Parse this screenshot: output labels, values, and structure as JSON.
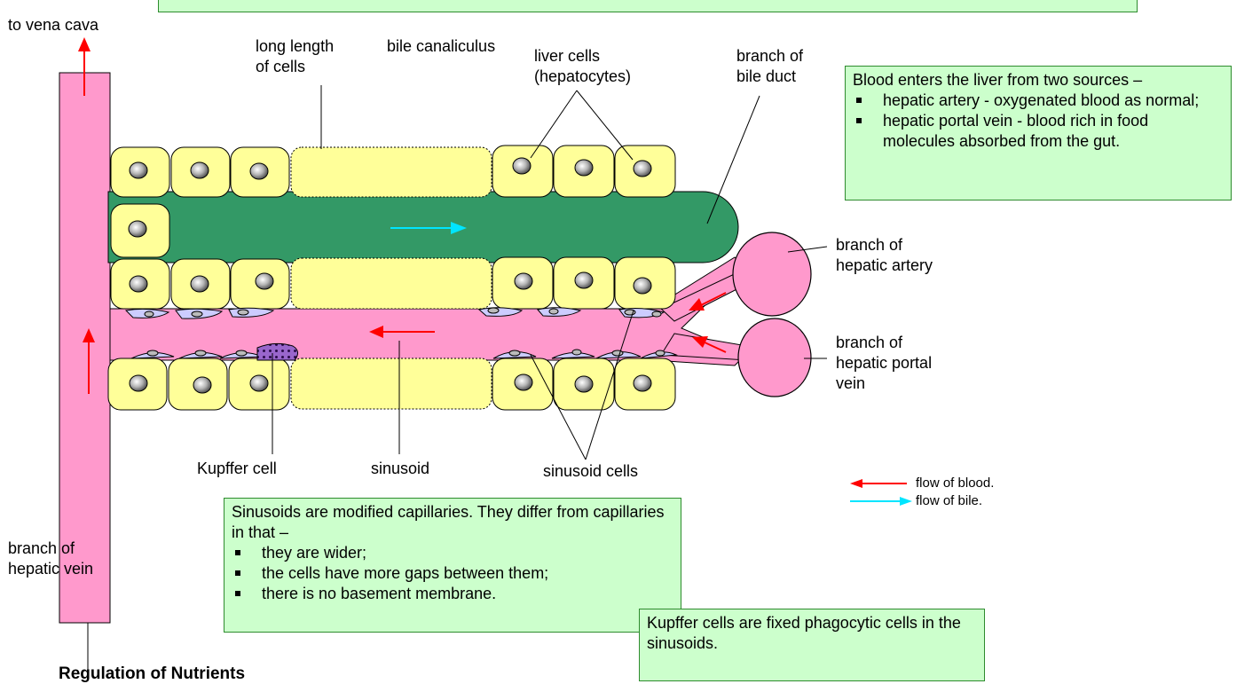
{
  "labels": {
    "to_vena_cava": "to vena cava",
    "long_length": "long length\nof cells",
    "bile_canaliculus": "bile canaliculus",
    "liver_cells": "liver cells\n(hepatocytes)",
    "branch_bile_duct": "branch of\nbile duct",
    "branch_hepatic_artery": "branch of\nhepatic artery",
    "branch_portal_vein": "branch of\nhepatic portal\nvein",
    "kupffer_cell": "Kupffer cell",
    "sinusoid": "sinusoid",
    "sinusoid_cells": "sinusoid cells",
    "branch_hepatic_vein": "branch of\nhepatic vein"
  },
  "legend": {
    "blood": "flow of blood.",
    "bile": "flow of bile.",
    "blood_color": "#ff0000",
    "bile_color": "#00e5ff"
  },
  "blood_box": {
    "intro": "Blood enters the liver from two sources –",
    "items": [
      "hepatic artery - oxygenated blood as normal;",
      "hepatic portal vein - blood rich in food molecules absorbed from the gut."
    ]
  },
  "sinusoid_box": {
    "intro": "Sinusoids are modified capillaries. They differ from capillaries in that –",
    "items": [
      "they are wider;",
      "the cells have more gaps between them;",
      "there is no basement membrane."
    ]
  },
  "kupffer_box": {
    "text": "Kupffer cells are fixed phagocytic cells in the sinusoids."
  },
  "section_heading": "Regulation of Nutrients",
  "colors": {
    "blood_vessel": "#ff99cc",
    "hepatocyte": "#ffff99",
    "bile_duct": "#339966",
    "sinusoid_cell": "#ccccff",
    "kupffer": "#9966cc",
    "note_box": "#ccffcc"
  }
}
